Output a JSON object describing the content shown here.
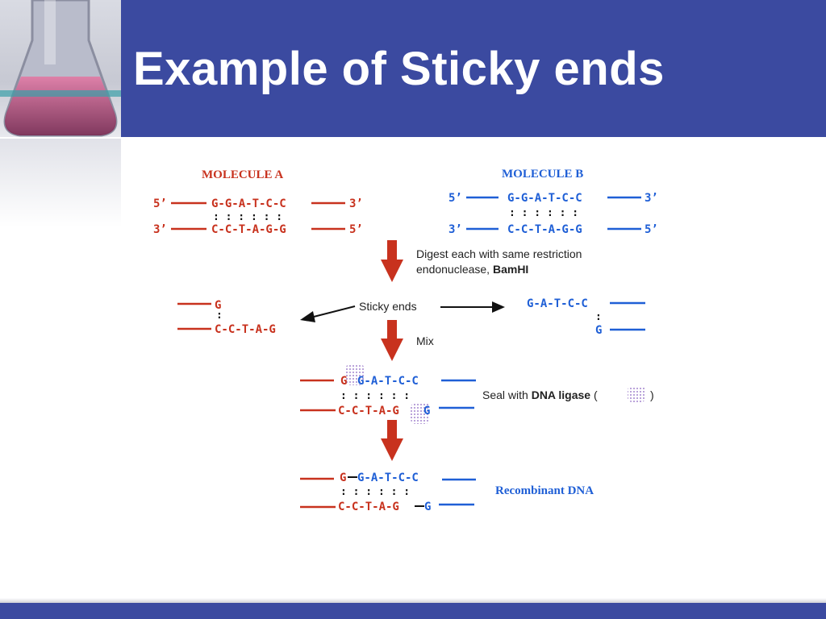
{
  "slide": {
    "title": "Example of Sticky ends"
  },
  "colors": {
    "header": "#3b4aa0",
    "molecule_a": "#c8321e",
    "molecule_b": "#1f5fd6",
    "arrow": "#c8321e",
    "text": "#222222"
  },
  "diagram": {
    "molecule_a": {
      "label": "MOLECULE A",
      "top_5": "5’",
      "top_seq": "G-G-A-T-C-C",
      "top_3": "3’",
      "pairs": ": : : : : :",
      "bottom_3": "3’",
      "bottom_seq": "C-C-T-A-G-G",
      "bottom_5": "5’"
    },
    "molecule_b": {
      "label": "MOLECULE B",
      "top_5": "5’",
      "top_seq": "G-G-A-T-C-C",
      "top_3": "3’",
      "pairs": ": : : : : :",
      "bottom_3": "3’",
      "bottom_seq": "C-C-T-A-G-G",
      "bottom_5": "5’"
    },
    "digest": {
      "line1": "Digest each with same restriction",
      "line2_prefix": "endonuclease, ",
      "line2_bold": "BamHI"
    },
    "sticky": {
      "label": "Sticky ends",
      "left_top": "G",
      "left_pair": ":",
      "left_bottom": "C-C-T-A-G",
      "right_top": "G-A-T-C-C",
      "right_pair": ":",
      "right_bottom": "G"
    },
    "mix_label": "Mix",
    "annealed": {
      "top_left": "G",
      "top_right": "G-A-T-C-C",
      "pairs": ": : : : : :",
      "bottom_left": "C-C-T-A-G",
      "bottom_right": "G"
    },
    "seal": {
      "prefix": "Seal with ",
      "bold": "DNA ligase",
      "open": " (",
      "close": ")"
    },
    "recombinant": {
      "top_left": "G",
      "top_right": "G-A-T-C-C",
      "pairs": ": : : : : :",
      "bottom_left": "C-C-T-A-G",
      "bottom_right": "G",
      "label": "Recombinant DNA"
    }
  }
}
